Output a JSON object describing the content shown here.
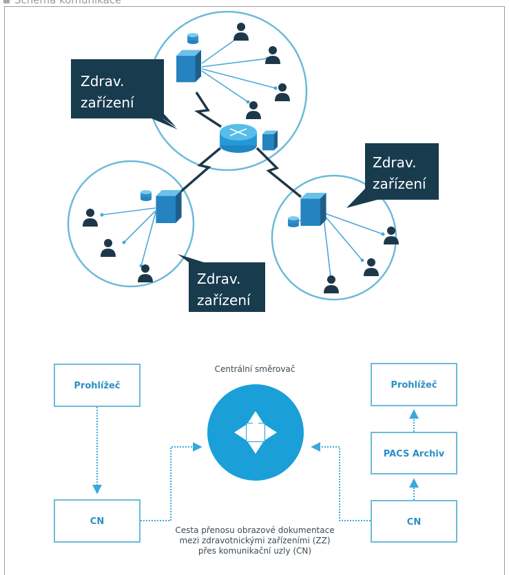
{
  "header": {
    "title": "Schéma komunikace"
  },
  "network": {
    "facility_label_line1": "Zdrav.",
    "facility_label_line2": "zařízení"
  },
  "flow": {
    "router_title": "Centrální směrovač",
    "left_viewer": "Prohlížeč",
    "left_node": "CN",
    "right_viewer": "Prohlížeč",
    "right_archive": "PACS Archiv",
    "right_node": "CN",
    "caption_line1": "Cesta přenosu obrazové dokumentace",
    "caption_line2": "mezi zdravotnickými zařízeními (ZZ)",
    "caption_line3": "přes komunikační uzly (CN)"
  },
  "colors": {
    "circle_stroke": "#6bbad9",
    "callout_fill": "#183b4e",
    "server_blue": "#2e8ec8",
    "person_dark": "#1d3849",
    "link_blue": "#4aa8da",
    "router_fill": "#1a9fd8"
  }
}
